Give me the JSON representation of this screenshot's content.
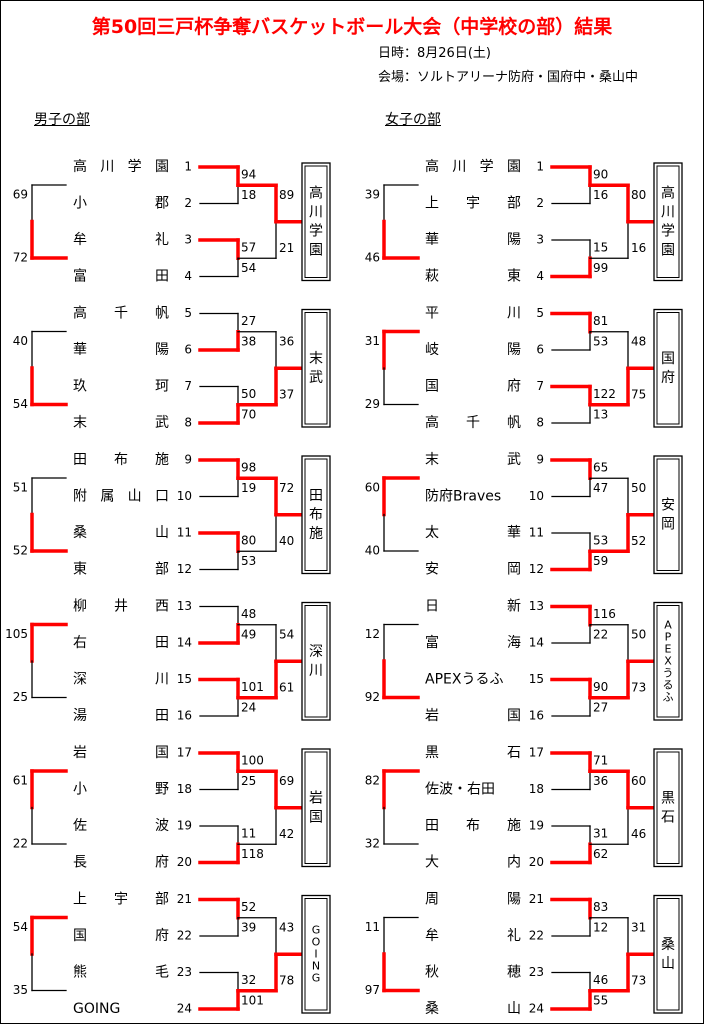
{
  "title": "第50回三戸杯争奪バスケットボール大会（中学校の部）結果",
  "date_line": "日時：8月26日(土)",
  "venue_line": "会場：ソルトアリーナ防府・国府中・桑山中",
  "brackets": [
    {
      "heading": "男子の部",
      "colors": {
        "win": "#ff0000",
        "lose": "#000000"
      },
      "blocks": [
        {
          "teams": [
            {
              "num": "1",
              "name": "高川学園"
            },
            {
              "num": "2",
              "name": "小郡"
            },
            {
              "num": "3",
              "name": "牟礼"
            },
            {
              "num": "4",
              "name": "富田"
            }
          ],
          "r1": [
            [
              "94",
              "18"
            ],
            [
              "57",
              "54"
            ]
          ],
          "r2": [
            "89",
            "21"
          ],
          "left": [
            "69",
            "72"
          ],
          "left_winner": 1,
          "r1_winners": [
            0,
            0
          ],
          "r2_winner": 0,
          "champion": "高川学園"
        },
        {
          "teams": [
            {
              "num": "5",
              "name": "高千帆"
            },
            {
              "num": "6",
              "name": "華陽"
            },
            {
              "num": "7",
              "name": "玖珂"
            },
            {
              "num": "8",
              "name": "末武"
            }
          ],
          "r1": [
            [
              "27",
              "38"
            ],
            [
              "50",
              "70"
            ]
          ],
          "r2": [
            "36",
            "37"
          ],
          "left": [
            "40",
            "54"
          ],
          "left_winner": 1,
          "r1_winners": [
            1,
            1
          ],
          "r2_winner": 1,
          "champion": "末武"
        },
        {
          "teams": [
            {
              "num": "9",
              "name": "田布施"
            },
            {
              "num": "10",
              "name": "附属山口"
            },
            {
              "num": "11",
              "name": "桑山"
            },
            {
              "num": "12",
              "name": "東部"
            }
          ],
          "r1": [
            [
              "98",
              "19"
            ],
            [
              "80",
              "53"
            ]
          ],
          "r2": [
            "72",
            "40"
          ],
          "left": [
            "51",
            "52"
          ],
          "left_winner": 1,
          "r1_winners": [
            0,
            0
          ],
          "r2_winner": 0,
          "champion": "田布施"
        },
        {
          "teams": [
            {
              "num": "13",
              "name": "柳井西"
            },
            {
              "num": "14",
              "name": "右田"
            },
            {
              "num": "15",
              "name": "深川"
            },
            {
              "num": "16",
              "name": "湯田"
            }
          ],
          "r1": [
            [
              "48",
              "49"
            ],
            [
              "101",
              "24"
            ]
          ],
          "r2": [
            "54",
            "61"
          ],
          "left": [
            "105",
            "25"
          ],
          "left_winner": 0,
          "r1_winners": [
            1,
            0
          ],
          "r2_winner": 1,
          "champion": "深川"
        },
        {
          "teams": [
            {
              "num": "17",
              "name": "岩国"
            },
            {
              "num": "18",
              "name": "小野"
            },
            {
              "num": "19",
              "name": "佐波"
            },
            {
              "num": "20",
              "name": "長府"
            }
          ],
          "r1": [
            [
              "100",
              "25"
            ],
            [
              "11",
              "118"
            ]
          ],
          "r2": [
            "69",
            "42"
          ],
          "left": [
            "61",
            "22"
          ],
          "left_winner": 0,
          "r1_winners": [
            0,
            1
          ],
          "r2_winner": 0,
          "champion": "岩国"
        },
        {
          "teams": [
            {
              "num": "21",
              "name": "上宇部"
            },
            {
              "num": "22",
              "name": "国府"
            },
            {
              "num": "23",
              "name": "熊毛"
            },
            {
              "num": "24",
              "name": "GOING"
            }
          ],
          "r1": [
            [
              "52",
              "39"
            ],
            [
              "32",
              "101"
            ]
          ],
          "r2": [
            "43",
            "78"
          ],
          "left": [
            "54",
            "35"
          ],
          "left_winner": 0,
          "r1_winners": [
            0,
            1
          ],
          "r2_winner": 1,
          "champion": "GOING"
        }
      ]
    },
    {
      "heading": "女子の部",
      "colors": {
        "win": "#ff0000",
        "lose": "#000000"
      },
      "blocks": [
        {
          "teams": [
            {
              "num": "1",
              "name": "高川学園"
            },
            {
              "num": "2",
              "name": "上宇部"
            },
            {
              "num": "3",
              "name": "華陽"
            },
            {
              "num": "4",
              "name": "萩東"
            }
          ],
          "r1": [
            [
              "90",
              "16"
            ],
            [
              "15",
              "99"
            ]
          ],
          "r2": [
            "80",
            "16"
          ],
          "left": [
            "39",
            "46"
          ],
          "left_winner": 1,
          "r1_winners": [
            0,
            1
          ],
          "r2_winner": 0,
          "champion": "高川学園"
        },
        {
          "teams": [
            {
              "num": "5",
              "name": "平川"
            },
            {
              "num": "6",
              "name": "岐陽"
            },
            {
              "num": "7",
              "name": "国府"
            },
            {
              "num": "8",
              "name": "高千帆"
            }
          ],
          "r1": [
            [
              "81",
              "53"
            ],
            [
              "122",
              "13"
            ]
          ],
          "r2": [
            "48",
            "75"
          ],
          "left": [
            "31",
            "29"
          ],
          "left_winner": 0,
          "r1_winners": [
            0,
            0
          ],
          "r2_winner": 1,
          "champion": "国府"
        },
        {
          "teams": [
            {
              "num": "9",
              "name": "末武"
            },
            {
              "num": "10",
              "name": "防府Braves"
            },
            {
              "num": "11",
              "name": "太華"
            },
            {
              "num": "12",
              "name": "安岡"
            }
          ],
          "r1": [
            [
              "65",
              "47"
            ],
            [
              "53",
              "59"
            ]
          ],
          "r2": [
            "50",
            "52"
          ],
          "left": [
            "60",
            "40"
          ],
          "left_winner": 0,
          "r1_winners": [
            0,
            1
          ],
          "r2_winner": 1,
          "champion": "安岡"
        },
        {
          "teams": [
            {
              "num": "13",
              "name": "日新"
            },
            {
              "num": "14",
              "name": "富海"
            },
            {
              "num": "15",
              "name": "APEXうるふ"
            },
            {
              "num": "16",
              "name": "岩国"
            }
          ],
          "r1": [
            [
              "116",
              "22"
            ],
            [
              "90",
              "27"
            ]
          ],
          "r2": [
            "50",
            "73"
          ],
          "left": [
            "12",
            "92"
          ],
          "left_winner": 1,
          "r1_winners": [
            0,
            0
          ],
          "r2_winner": 1,
          "champion": "APEXうるふ"
        },
        {
          "teams": [
            {
              "num": "17",
              "name": "黒石"
            },
            {
              "num": "18",
              "name": "佐波・右田"
            },
            {
              "num": "19",
              "name": "田布施"
            },
            {
              "num": "20",
              "name": "大内"
            }
          ],
          "r1": [
            [
              "71",
              "36"
            ],
            [
              "31",
              "62"
            ]
          ],
          "r2": [
            "60",
            "46"
          ],
          "left": [
            "82",
            "32"
          ],
          "left_winner": 0,
          "r1_winners": [
            0,
            1
          ],
          "r2_winner": 0,
          "champion": "黒石"
        },
        {
          "teams": [
            {
              "num": "21",
              "name": "周陽"
            },
            {
              "num": "22",
              "name": "牟礼"
            },
            {
              "num": "23",
              "name": "秋穂"
            },
            {
              "num": "24",
              "name": "桑山"
            }
          ],
          "r1": [
            [
              "83",
              "12"
            ],
            [
              "46",
              "55"
            ]
          ],
          "r2": [
            "31",
            "73"
          ],
          "left": [
            "11",
            "97"
          ],
          "left_winner": 1,
          "r1_winners": [
            0,
            1
          ],
          "r2_winner": 1,
          "champion": "桑山"
        }
      ]
    }
  ]
}
